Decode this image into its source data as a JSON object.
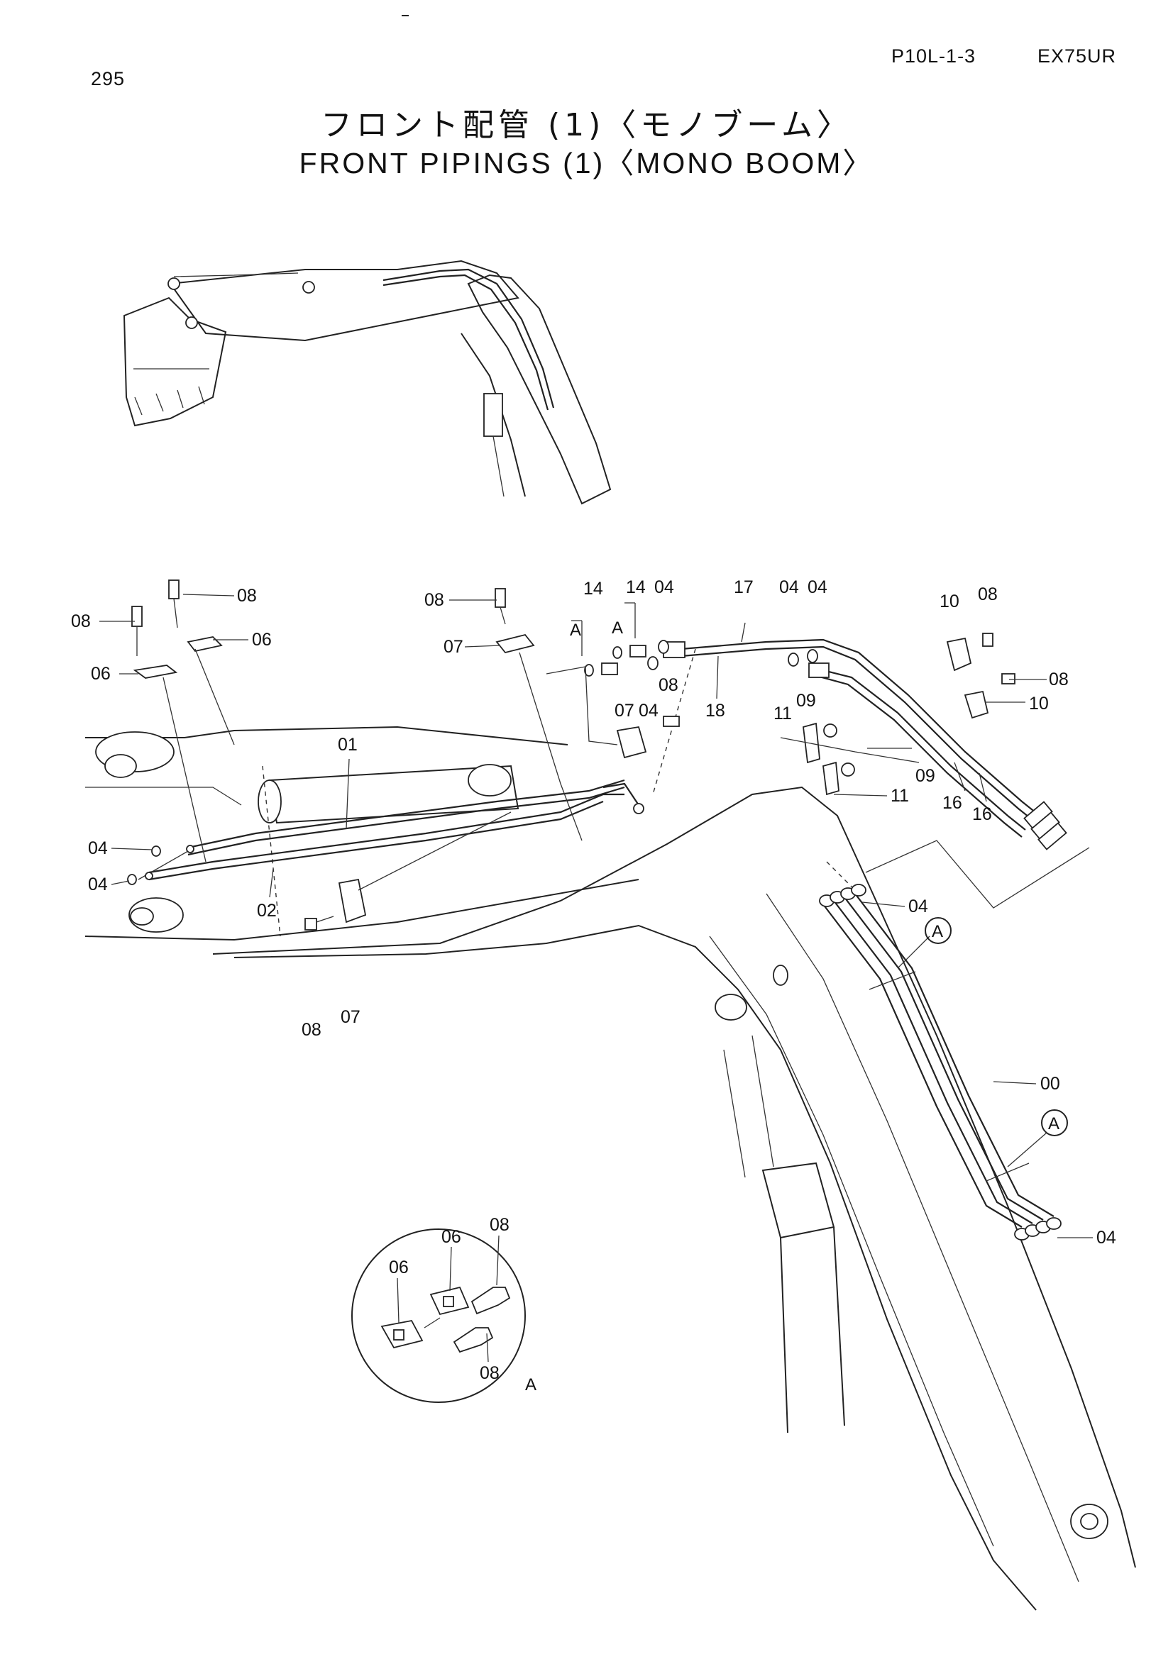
{
  "header": {
    "page_number": "295",
    "doc_code": "P10L-1-3",
    "model_code": "EX75UR"
  },
  "title": {
    "japanese": "フロント配管 (1)〈モノブーム〉",
    "english": "FRONT PIPINGS (1)〈MONO BOOM〉"
  },
  "part_labels": {
    "p00": "00",
    "p01": "01",
    "p02": "02",
    "p04": "04",
    "p06": "06",
    "p07": "07",
    "p08": "08",
    "p09": "09",
    "p10": "10",
    "p11": "11",
    "p14": "14",
    "p16": "16",
    "p17": "17",
    "p18": "18"
  },
  "callouts": {
    "a": "A"
  }
}
